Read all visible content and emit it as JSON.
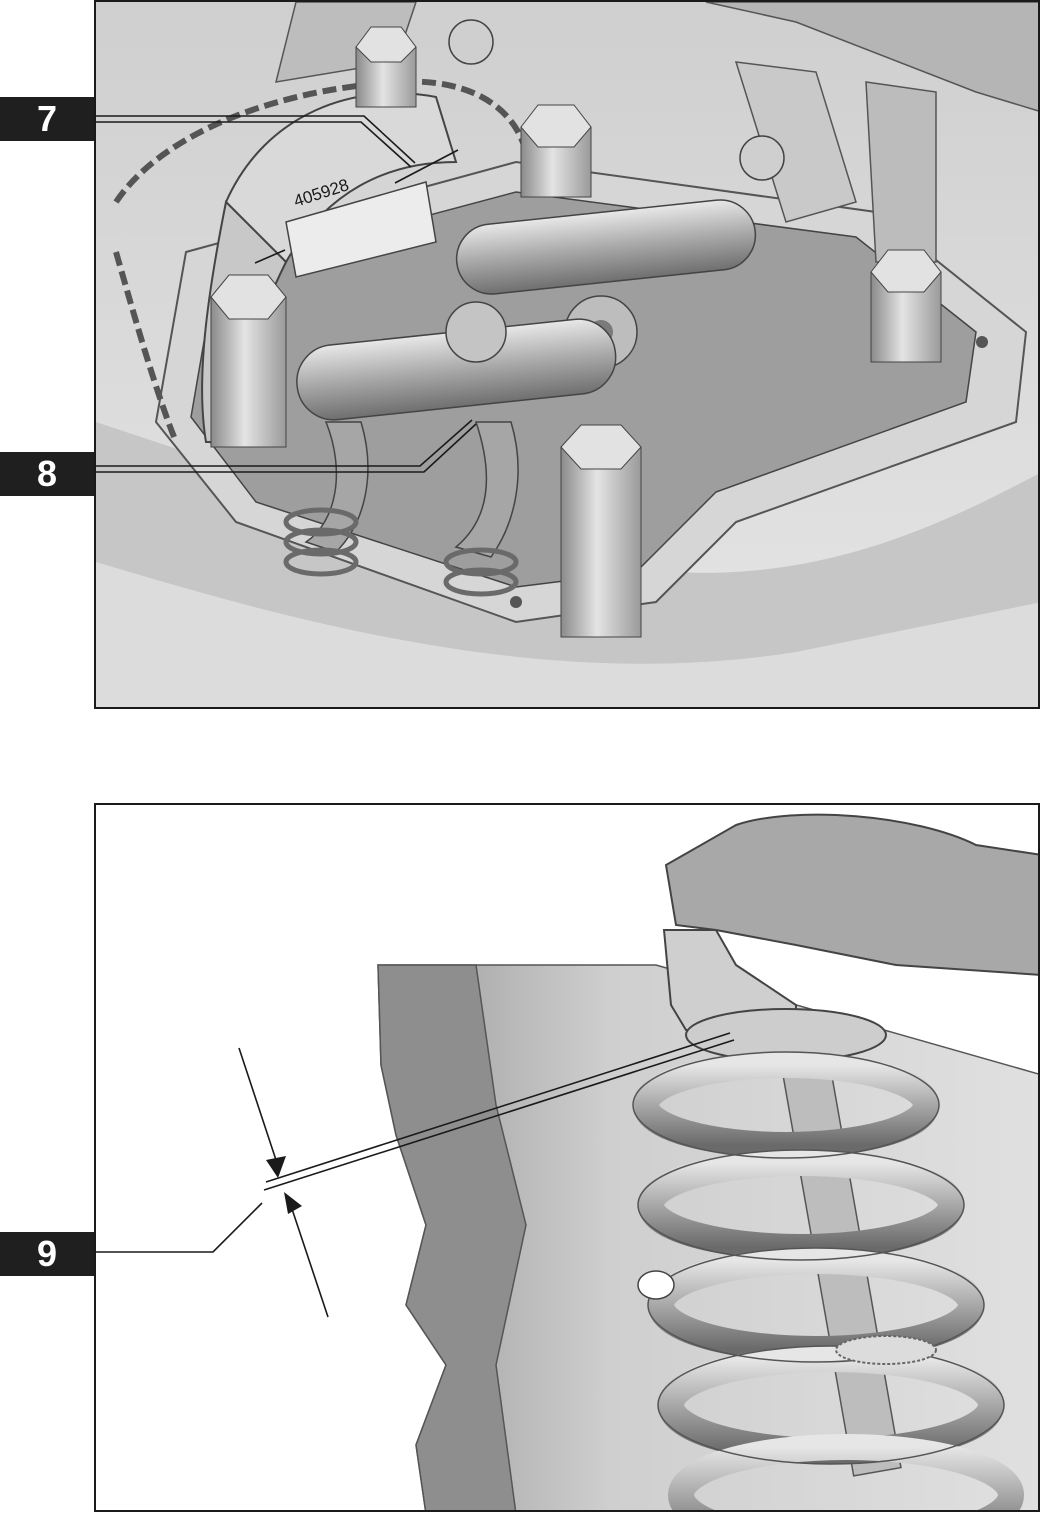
{
  "callouts": {
    "c7": "7",
    "c8": "8",
    "c9": "9"
  },
  "top_figure": {
    "part_number_marking": "405928"
  },
  "colors": {
    "metal_light": "#d8d8d8",
    "metal_mid": "#b0b0b0",
    "metal_dark": "#7a7a7a",
    "callout_bg": "#1f1f1f",
    "callout_text": "#ffffff"
  }
}
